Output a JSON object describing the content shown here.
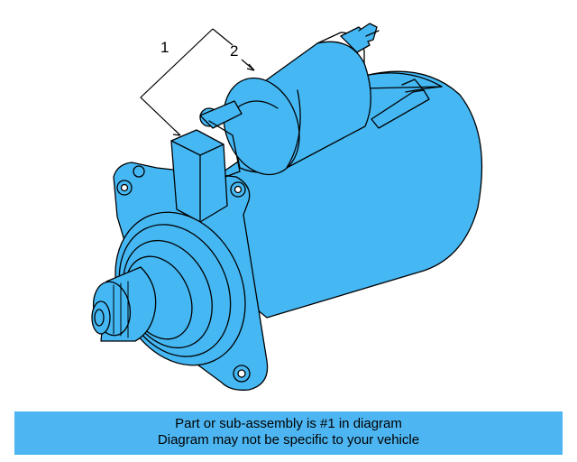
{
  "callouts": {
    "one": "1",
    "two": "2"
  },
  "caption": {
    "line1": "Part or sub-assembly is #1 in diagram",
    "line2": "Diagram may not be specific to your vehicle"
  },
  "colors": {
    "part_fill": "#45b8f4",
    "outline": "#000000",
    "caption_bg": "#4db6f2"
  }
}
